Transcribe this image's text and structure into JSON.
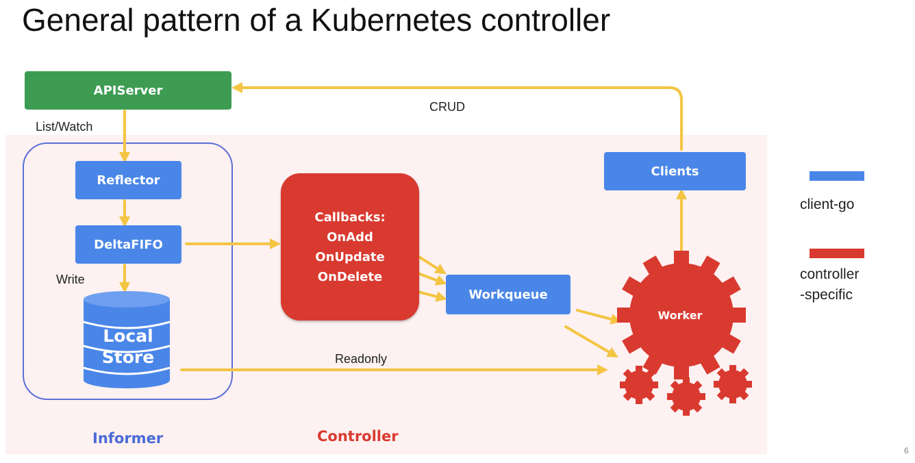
{
  "title": "General pattern of a Kubernetes controller",
  "nodes": {
    "apiserver": "APIServer",
    "reflector": "Reflector",
    "deltafifo": "DeltaFIFO",
    "local_store_line1": "Local",
    "local_store_line2": "Store",
    "callbacks": [
      "Callbacks:",
      "OnAdd",
      "OnUpdate",
      "OnDelete"
    ],
    "workqueue": "Workqueue",
    "clients": "Clients",
    "worker": "Worker"
  },
  "edge_labels": {
    "list_watch": "List/Watch",
    "write": "Write",
    "crud": "CRUD",
    "readonly": "Readonly"
  },
  "groups": {
    "informer": "Informer",
    "controller": "Controller"
  },
  "legend": [
    {
      "label": "client-go",
      "color": "#4a86e8"
    },
    {
      "label": "controller\n-specific",
      "color": "#d93a30"
    }
  ],
  "colors": {
    "client_go_blue": "#4a86e8",
    "controller_red": "#d93a30",
    "apiserver_green": "#3d9c52",
    "arrow_yellow": "#f4c542",
    "informer_border": "#5b6fd6",
    "background_tint": "#fdf1f1"
  },
  "page_number": "6"
}
